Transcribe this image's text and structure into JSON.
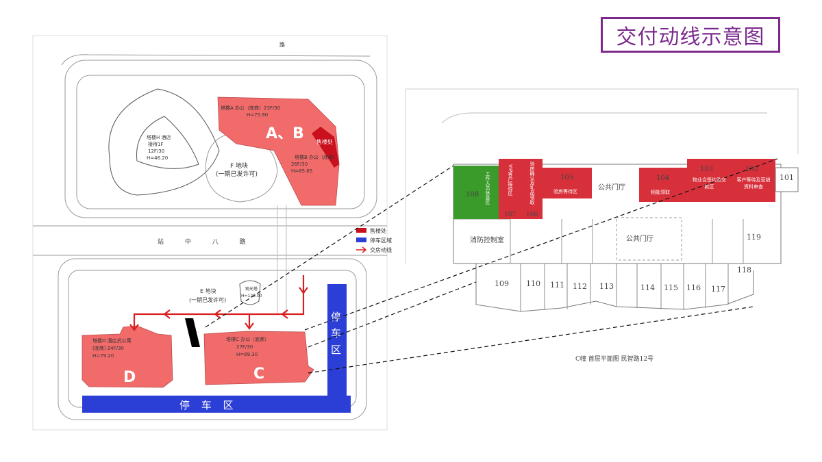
{
  "title": "交付动线示意图",
  "colors": {
    "title": "#7b2a8c",
    "sales_office": "#c8101e",
    "building": "#f26b6b",
    "parking": "#2b3fd6",
    "route": "#d81e1e",
    "staff_room": "#3a9a2a",
    "function_room": "#d7303b"
  },
  "site_plan": {
    "road_top": "路",
    "road_middle": "站 中 八 路",
    "plot_f": [
      "F 地块",
      "(一期已发许可)"
    ],
    "plot_e": [
      "E 地块",
      "(一期已发许可)"
    ],
    "tower_h": [
      "塔楼H 酒店",
      "接待1F",
      "12F/30",
      "H=46.20"
    ],
    "tower_a": [
      "塔楼A 办公（底商）23F/30",
      "H=75.90"
    ],
    "tower_b": [
      "塔楼B 办公（底商）",
      "26F/30",
      "H=85.65"
    ],
    "tower_c": [
      "塔楼C 办公（底商）",
      "27F/30",
      "H=89.30"
    ],
    "tower_d": [
      "塔楼D 酒店式公寓",
      "(底商) 24F/30",
      "H=79.20"
    ],
    "observation_tower": [
      "观光塔",
      "H=120.00"
    ],
    "letters": {
      "ab": "A、B",
      "c": "C",
      "d": "D"
    },
    "sales_office_label": "售楼处",
    "parking_bottom": "停 车 区",
    "parking_right": [
      "停",
      "车",
      "区"
    ],
    "legend": [
      {
        "label": "售楼处",
        "type": "swatch",
        "color": "#c8101e"
      },
      {
        "label": "停车区域",
        "type": "swatch",
        "color": "#2b3fd6"
      },
      {
        "label": "交房动线",
        "type": "arrow",
        "color": "#d81e1e"
      }
    ]
  },
  "floor_plan": {
    "caption": "C幢  首层平面图  民智路12号",
    "top_rooms": [
      {
        "num": "108",
        "label": "工作人员休息区",
        "type": "staff"
      },
      {
        "num": "107",
        "label": "VIP客户接待区",
        "type": "function"
      },
      {
        "num": "106",
        "label": "验房确认及礼品领取",
        "type": "function"
      },
      {
        "num": "105",
        "label": "验房等待区",
        "type": "function"
      },
      {
        "num": "",
        "label": "公共门厅",
        "type": "lobby"
      },
      {
        "num": "104",
        "label": "钥匙领取",
        "type": "function"
      },
      {
        "num": "103",
        "label": "物业合签约及交款区",
        "type": "function"
      },
      {
        "num": "102",
        "label": "客户等待及营销资料审查",
        "type": "function"
      },
      {
        "num": "101",
        "label": "",
        "type": "plain"
      }
    ],
    "fire_control": "消防控制室",
    "lobby2": "公共门厅",
    "shops": [
      "109",
      "110",
      "111",
      "112",
      "113",
      "114",
      "115",
      "116",
      "117",
      "118",
      "119"
    ]
  }
}
